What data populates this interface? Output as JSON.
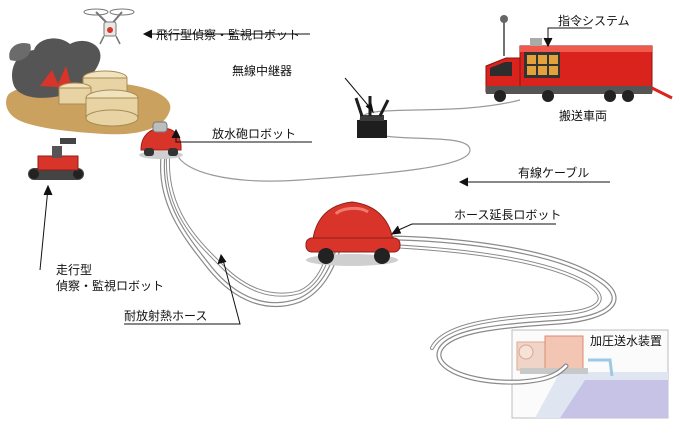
{
  "labels": {
    "drone": "飛行型偵察・監視ロボット",
    "command": "指令システム",
    "relay": "無線中継器",
    "transport": "搬送車両",
    "cannon": "放水砲ロボット",
    "cable": "有線ケーブル",
    "hose_robot": "ホース延長ロボット",
    "ground_robot_1": "走行型",
    "ground_robot_2": "偵察・監視ロボット",
    "hose": "耐放射熱ホース",
    "pump": "加圧送水装置"
  },
  "colors": {
    "robot_red": "#d8342a",
    "truck_red": "#d9231c",
    "cable_gray": "#9a9a9a",
    "tank_tan": "#e7d3a4",
    "ground_tan": "#caa15e",
    "smoke": "#555555",
    "water_blue": "#b9d9f0"
  }
}
